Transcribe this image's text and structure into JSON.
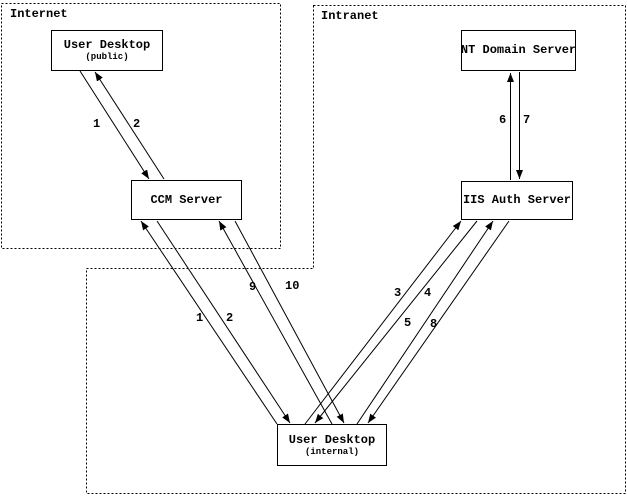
{
  "regions": [
    {
      "label": "Internet"
    },
    {
      "label": "Intranet"
    }
  ],
  "nodes": [
    {
      "title": "User Desktop",
      "subtitle": "(public)"
    },
    {
      "title": "CCM Server",
      "subtitle": ""
    },
    {
      "title": "NT Domain Server",
      "subtitle": ""
    },
    {
      "title": "IIS Auth Server",
      "subtitle": ""
    },
    {
      "title": "User Desktop",
      "subtitle": "(internal)"
    }
  ],
  "edge_labels": [
    {
      "text": "1"
    },
    {
      "text": "2"
    },
    {
      "text": "1"
    },
    {
      "text": "2"
    },
    {
      "text": "9"
    },
    {
      "text": "10"
    },
    {
      "text": "3"
    },
    {
      "text": "4"
    },
    {
      "text": "5"
    },
    {
      "text": "8"
    },
    {
      "text": "6"
    },
    {
      "text": "7"
    }
  ],
  "colors": {
    "line": "#000000",
    "background": "#ffffff",
    "text": "#000000"
  }
}
